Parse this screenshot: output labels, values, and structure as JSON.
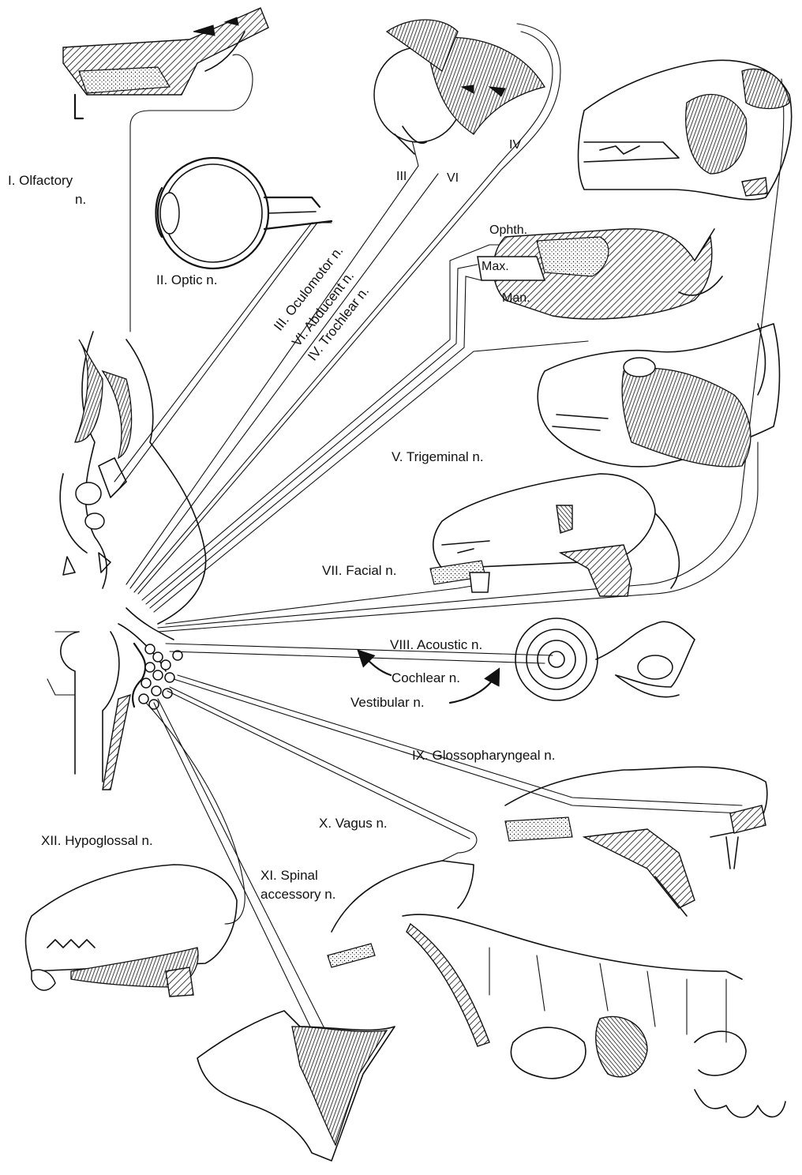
{
  "labels": {
    "olfactory_line1": "I.  Olfactory",
    "olfactory_line2": "n.",
    "optic": "II. Optic n.",
    "oculomotor": "III. Oculomotor n.",
    "abducent": "VI. Abducent n.",
    "trochlear": "IV. Trochlear n.",
    "eye_III": "III",
    "eye_VI": "VI",
    "eye_IV": "IV",
    "ophth": "Ophth.",
    "max": "Max.",
    "man": "Man.",
    "trigeminal": "V. Trigeminal n.",
    "facial": "VII. Facial n.",
    "acoustic": "VIII. Acoustic n.",
    "cochlear": "Cochlear n.",
    "vestibular": "Vestibular n.",
    "glossopharyngeal": "IX. Glossopharyngeal n.",
    "vagus": "X. Vagus n.",
    "hypoglossal": "XII. Hypoglossal n.",
    "spinal_line1": "XI. Spinal",
    "spinal_line2": "accessory n."
  },
  "colors": {
    "ink": "#111111",
    "paper": "#ffffff"
  }
}
